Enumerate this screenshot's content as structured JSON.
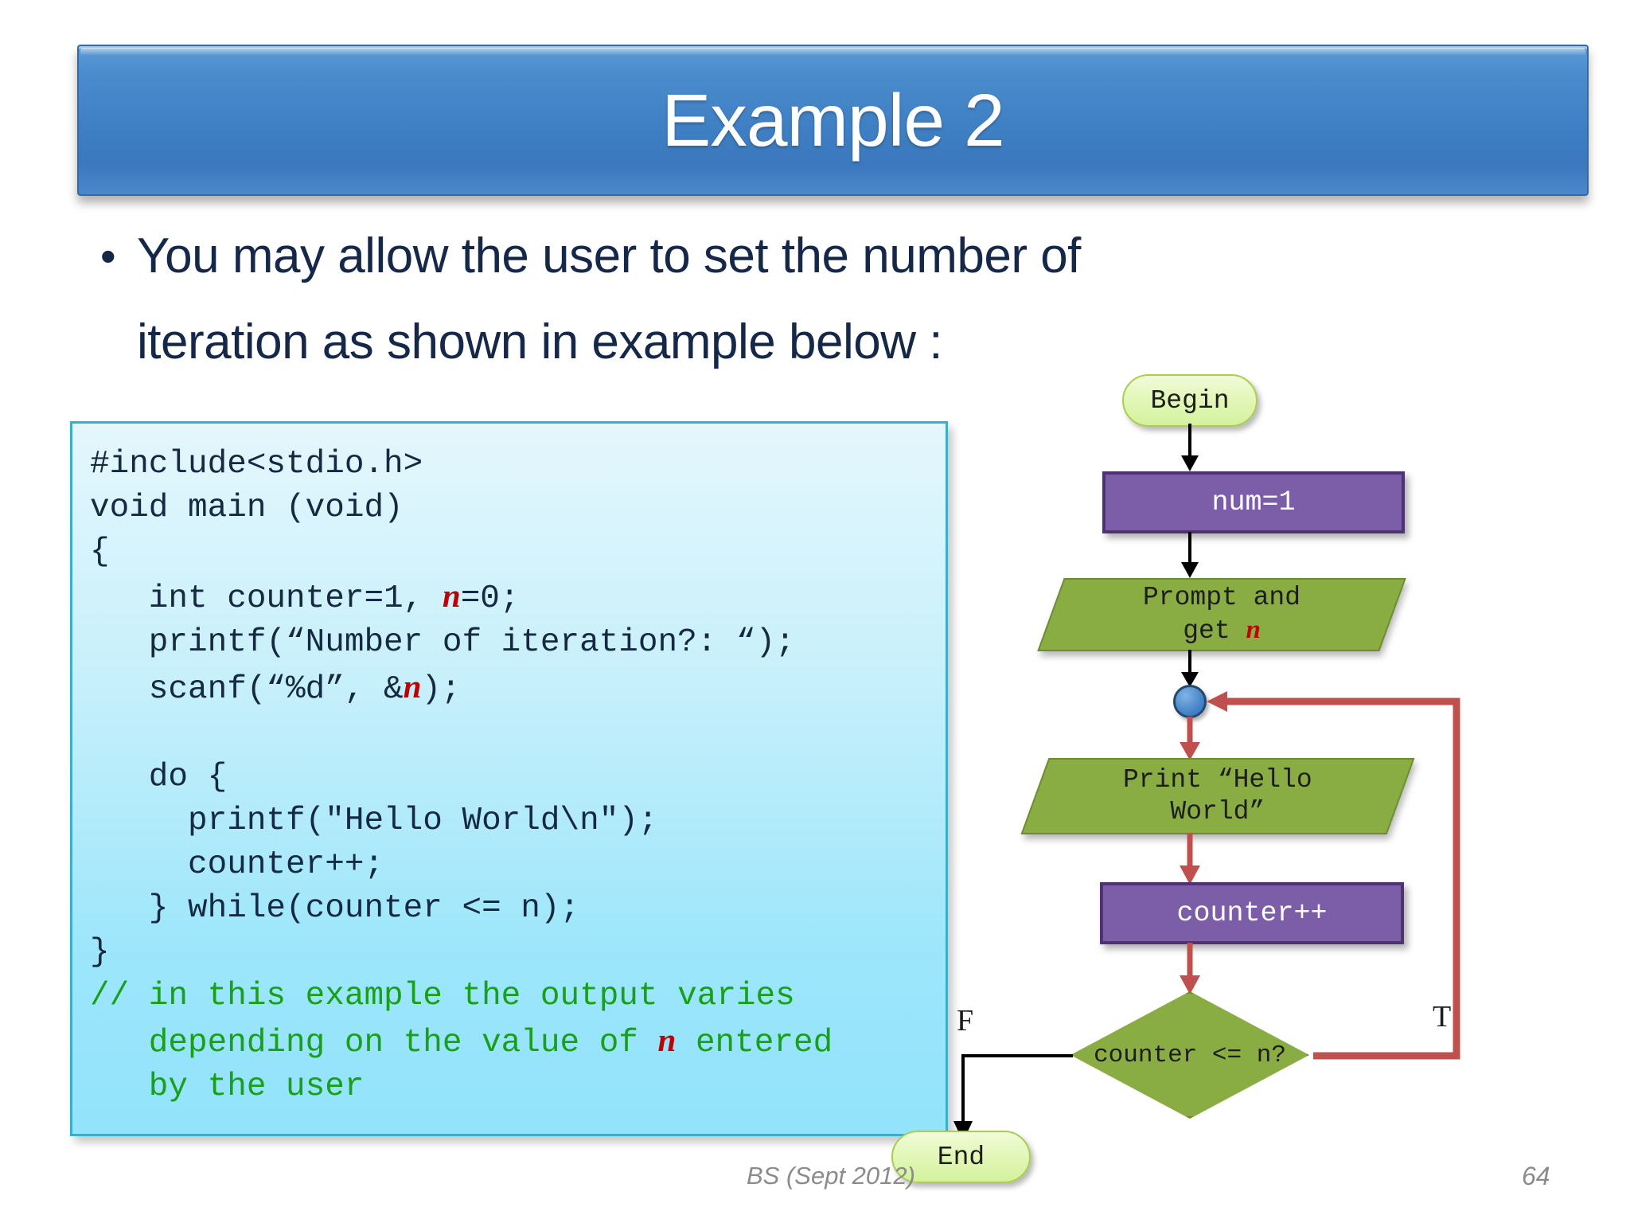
{
  "slide": {
    "title": "Example 2",
    "bullet": {
      "marker": "•",
      "line1": "You may allow the user to set the number of",
      "line2": "iteration as shown in example below :"
    },
    "footer_note": "BS (Sept 2012)",
    "page_number": "64"
  },
  "code": {
    "language": "c",
    "highlight_variable": "n",
    "lines": [
      "#include<stdio.h>",
      "void main (void)",
      "{",
      "   int counter=1, n=0;",
      "   printf(“Number of iteration?: “);",
      "   scanf(“%d”, &n);",
      "",
      "   do {",
      "     printf(\"Hello World\\n\");",
      "     counter++;",
      "   } while(counter <= n);",
      "}",
      "// in this example the output varies",
      "   depending on the value of n entered",
      "   by the user"
    ],
    "comment_text": "// in this example the output varies depending on the value of n entered by the user"
  },
  "flowchart": {
    "nodes": {
      "begin": "Begin",
      "init": "num=1",
      "input_line1": "Prompt and",
      "input_line2_prefix": "get ",
      "input_line2_var": "n",
      "output_line1": "Print “Hello",
      "output_line2": "World”",
      "increment": "counter++",
      "decision": "counter <= n?",
      "end": "End"
    },
    "labels": {
      "false_branch": "F",
      "true_branch": "T"
    },
    "colors": {
      "terminator": "#d9f3a4",
      "process": "#7c5ea8",
      "io": "#8aad43",
      "decision": "#8aad43",
      "junction": "#3f7ec4",
      "loop_arrow": "#c0504d",
      "plain_arrow": "#000000"
    }
  }
}
